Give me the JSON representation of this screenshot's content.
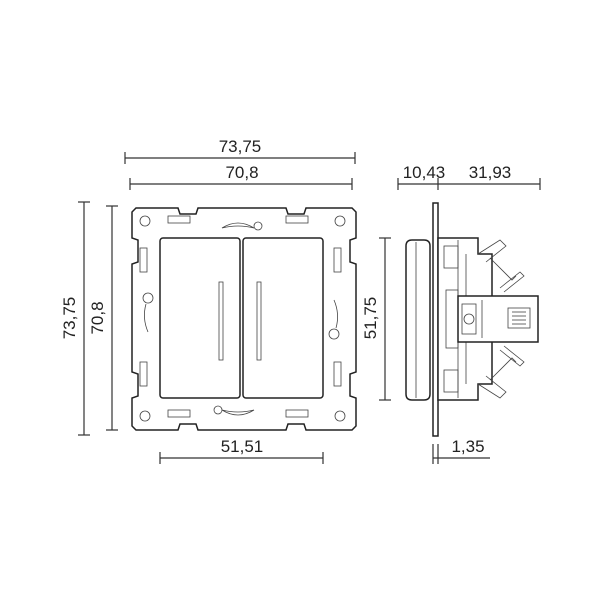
{
  "front_view": {
    "width_outer": "73,75",
    "width_inner": "70,8",
    "height_outer": "73,75",
    "height_inner": "70,8",
    "width_keys": "51,51"
  },
  "side_view": {
    "depth_front": "10,43",
    "depth_rear": "31,93",
    "height_body": "51,75",
    "plate_thickness": "1,35"
  }
}
